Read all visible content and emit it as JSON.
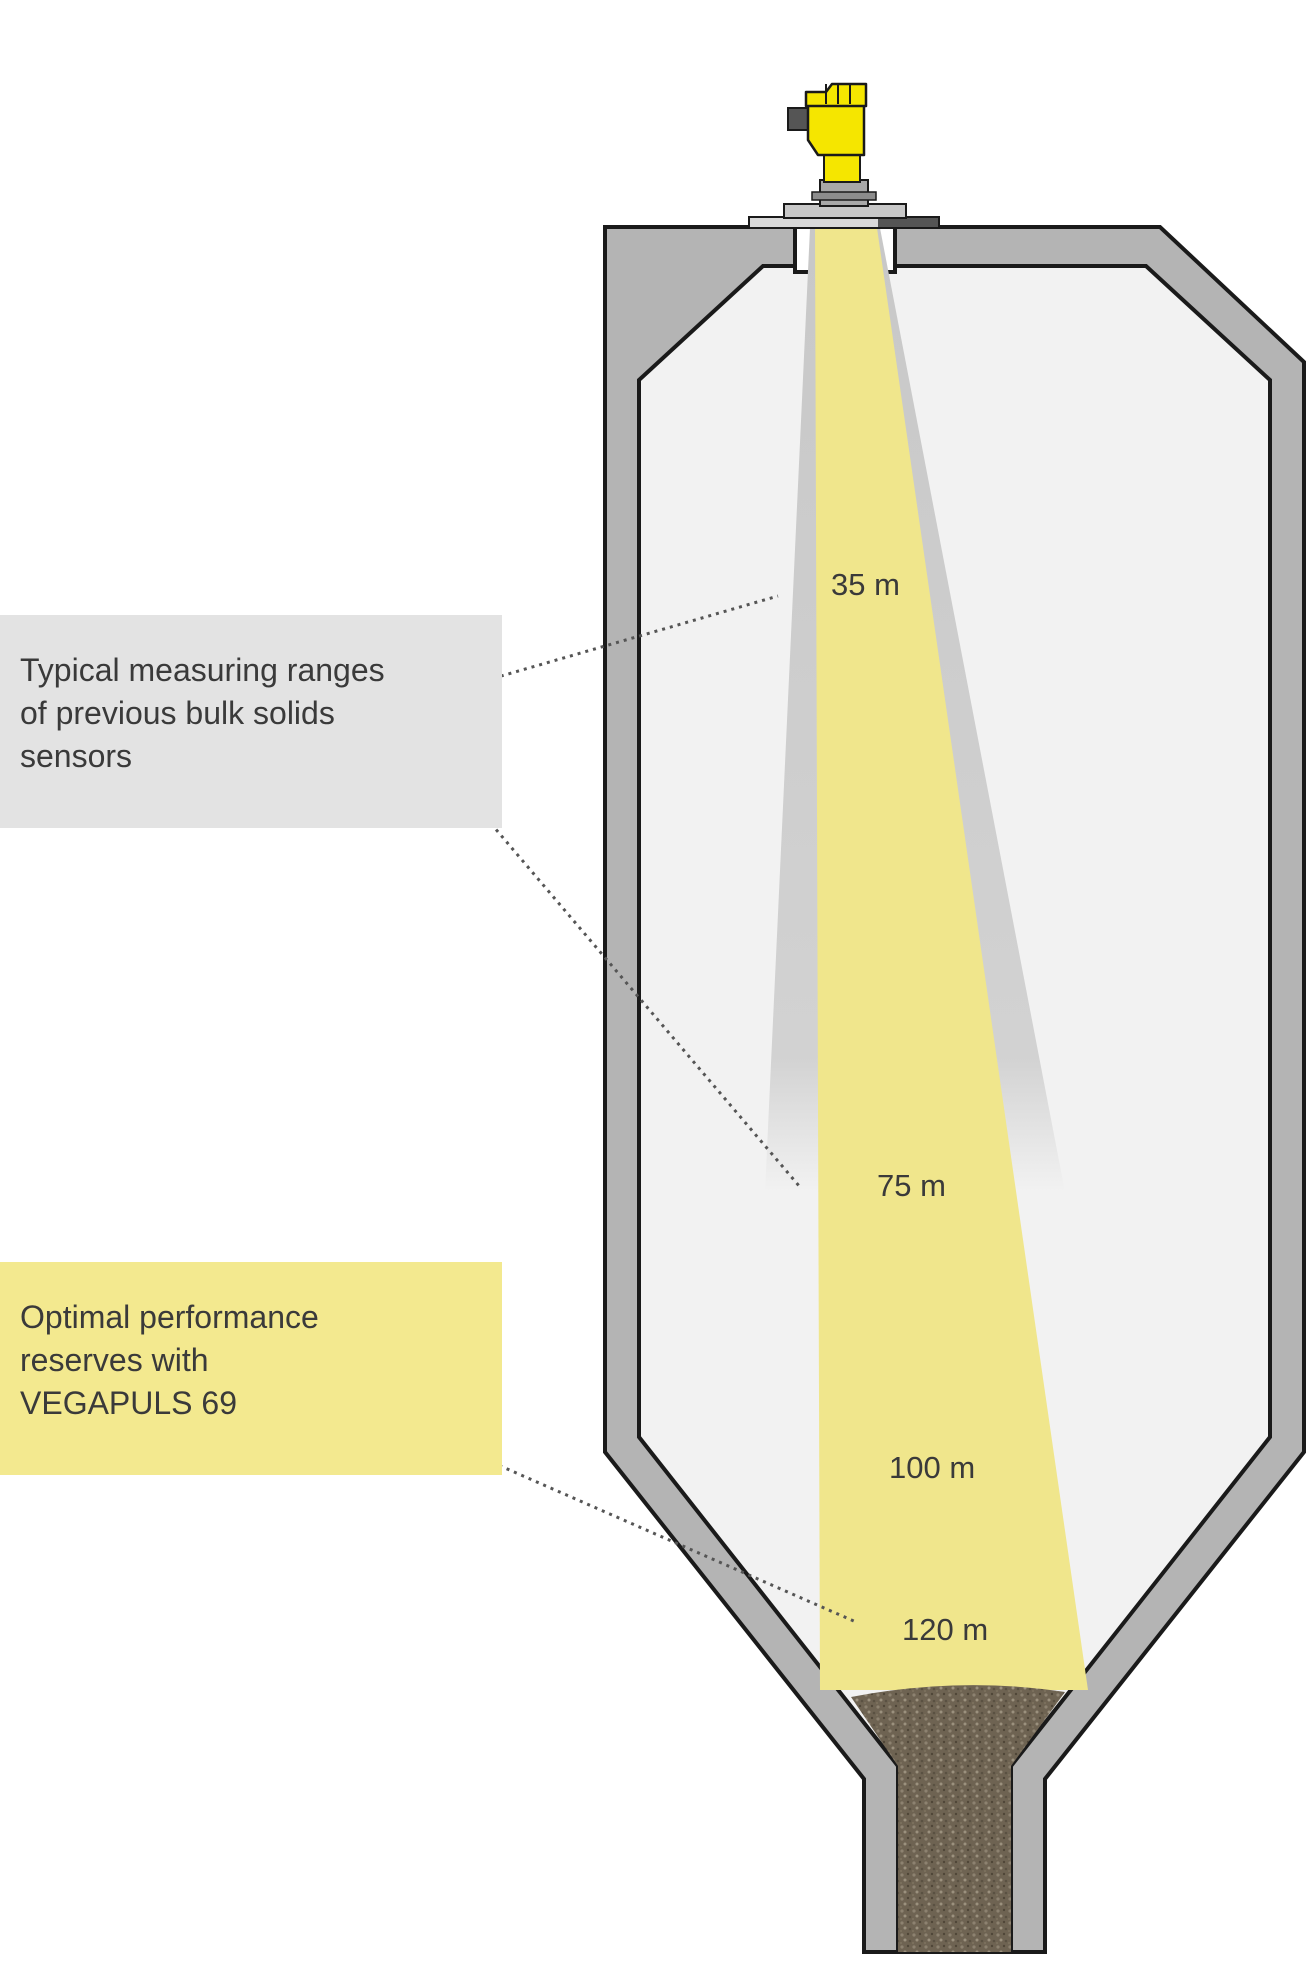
{
  "callouts": {
    "previous_sensors": {
      "lines": [
        "Typical measuring ranges",
        "of previous bulk solids",
        "sensors"
      ],
      "color": "#e3e3e3"
    },
    "vegapuls": {
      "lines": [
        "Optimal performance",
        "reserves with",
        "VEGAPULS 69"
      ],
      "color": "#f3e98f"
    }
  },
  "range_labels": {
    "r35": "35 m",
    "r75": "75 m",
    "r100": "100 m",
    "r120": "120 m"
  },
  "colors": {
    "silo_wall": "#b4b4b4",
    "silo_outline": "#1a1a1a",
    "silo_interior": "#f2f2f2",
    "radar_beam": "#f0e68c",
    "previous_beam": "#cfcfcf",
    "sensor_housing": "#f5e600",
    "bulk_material": "#6e6352"
  }
}
